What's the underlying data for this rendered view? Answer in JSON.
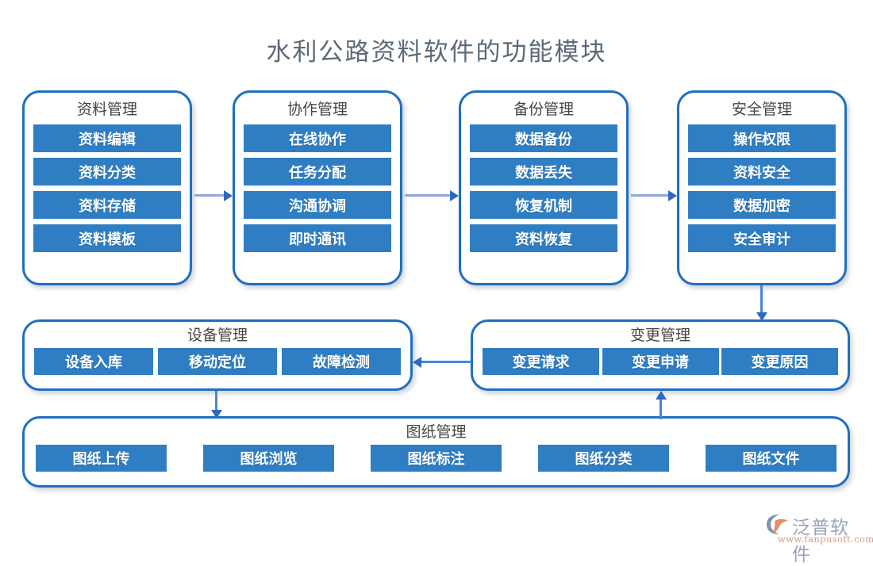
{
  "title": "水利公路资料软件的功能模块",
  "theme": {
    "chip_fill": "#2f7ec4",
    "box_border": "#1f6fc0",
    "title_color": "#5d6a78",
    "group_title_color": "#4a4540",
    "connector_color": "#2f68c0",
    "background": "#ffffff"
  },
  "columns": [
    {
      "title": "资料管理",
      "items": [
        "资料编辑",
        "资料分类",
        "资料存储",
        "资料模板"
      ]
    },
    {
      "title": "协作管理",
      "items": [
        "在线协作",
        "任务分配",
        "沟通协调",
        "即时通讯"
      ]
    },
    {
      "title": "备份管理",
      "items": [
        "数据备份",
        "数据丢失",
        "恢复机制",
        "资料恢复"
      ]
    },
    {
      "title": "安全管理",
      "items": [
        "操作权限",
        "资料安全",
        "数据加密",
        "安全审计"
      ]
    }
  ],
  "device": {
    "title": "设备管理",
    "items": [
      "设备入库",
      "移动定位",
      "故障检测"
    ]
  },
  "change": {
    "title": "变更管理",
    "items": [
      "变更请求",
      "变更申请",
      "变更原因"
    ]
  },
  "drawing": {
    "title": "图纸管理",
    "items": [
      "图纸上传",
      "图纸浏览",
      "图纸标注",
      "图纸分类",
      "图纸文件"
    ]
  },
  "logo": {
    "brand": "泛普软件",
    "url": "www.fanpusoft.com"
  }
}
